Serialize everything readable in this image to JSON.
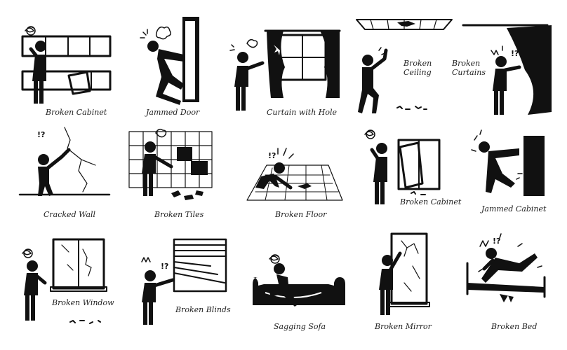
{
  "captions": {
    "broken_cabinet_1": "Broken Cabinet",
    "jammed_door": "Jammed Door",
    "curtain_with_hole": "Curtain with Hole",
    "broken_ceiling": "Broken\nCeiling",
    "broken_curtains": "Broken\nCurtains",
    "cracked_wall": "Cracked Wall",
    "broken_tiles": "Broken Tiles",
    "broken_floor": "Broken Floor",
    "broken_cabinet_2": "Broken Cabinet",
    "jammed_cabinet": "Jammed Cabinet",
    "broken_window": "Broken Window",
    "broken_blinds": "Broken Blinds",
    "sagging_sofa": "Sagging Sofa",
    "broken_mirror": "Broken Mirror",
    "broken_bed": "Broken Bed"
  },
  "marks": {
    "exclaim_question": "!?"
  },
  "icons": [
    "stick-figure-icon",
    "frustration-scribble-icon",
    "anger-puff-icon",
    "surprise-mark-icon",
    "crack-icon",
    "debris-icon"
  ],
  "colors": {
    "ink": "#111111",
    "background": "#ffffff"
  }
}
